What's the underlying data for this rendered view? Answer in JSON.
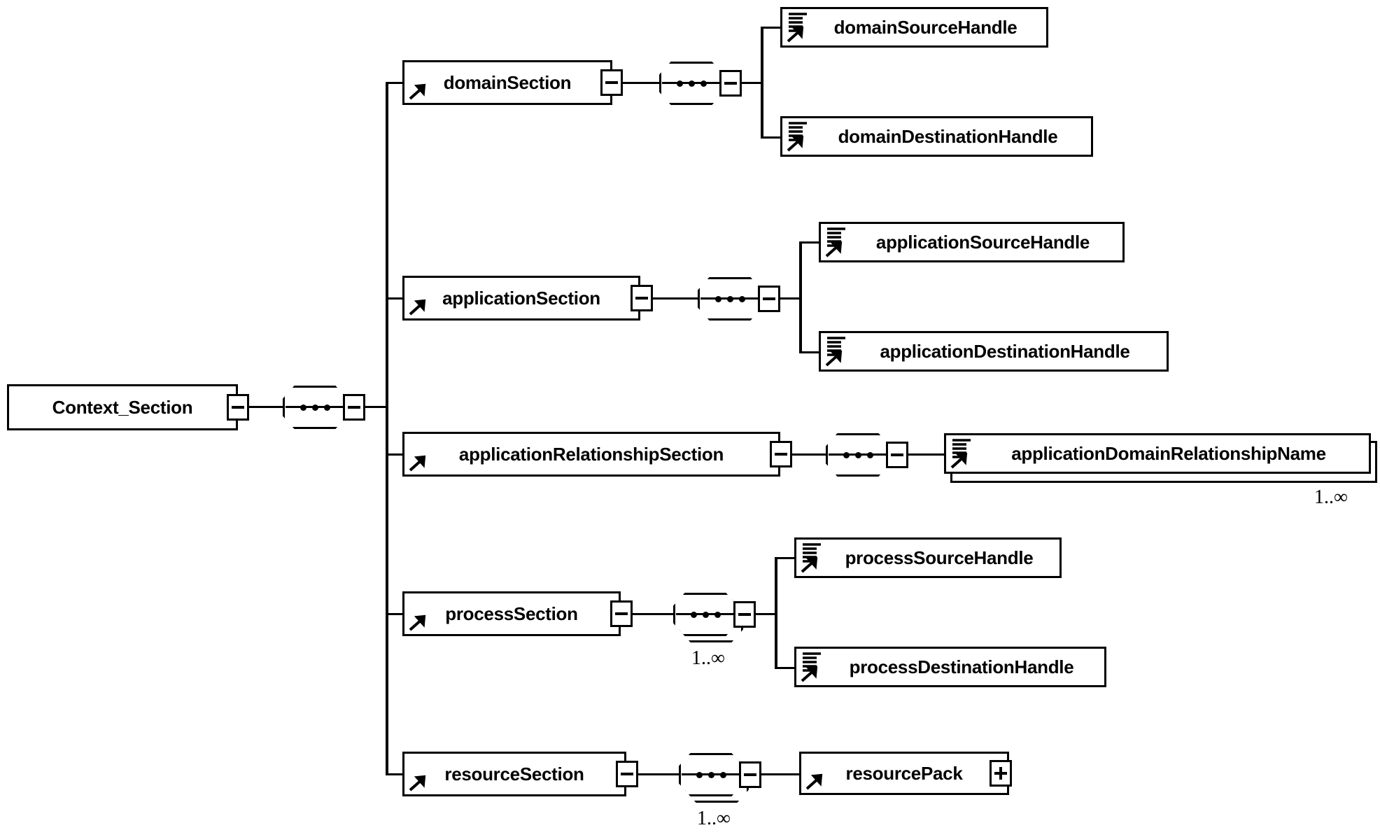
{
  "diagram": {
    "title": "Context_Section",
    "type": "xsd-schema-tree",
    "background_color": "#ffffff",
    "line_color": "#000000"
  },
  "root": {
    "label": "Context_Section",
    "toggle": "minus",
    "has_arrow": false,
    "compositor": "sequence"
  },
  "occurrence": {
    "one_to_many": "1..∞"
  },
  "branches": [
    {
      "id": "domain",
      "label": "domainSection",
      "toggle": "minus",
      "compositor": "sequence",
      "compositor_occurrence": "",
      "children": [
        {
          "label": "domainSourceHandle",
          "kind": "simple"
        },
        {
          "label": "domainDestinationHandle",
          "kind": "simple"
        }
      ]
    },
    {
      "id": "application",
      "label": "applicationSection",
      "toggle": "minus",
      "compositor": "sequence",
      "compositor_occurrence": "",
      "children": [
        {
          "label": "applicationSourceHandle",
          "kind": "simple"
        },
        {
          "label": "applicationDestinationHandle",
          "kind": "simple"
        }
      ]
    },
    {
      "id": "applicationRelationship",
      "label": "applicationRelationshipSection",
      "toggle": "minus",
      "compositor": "sequence",
      "compositor_occurrence": "",
      "children": [
        {
          "label": "applicationDomainRelationshipName",
          "kind": "simple",
          "occurrence": "1..∞",
          "repeated": true
        }
      ]
    },
    {
      "id": "process",
      "label": "processSection",
      "toggle": "minus",
      "compositor": "sequence",
      "compositor_occurrence": "1..∞",
      "children": [
        {
          "label": "processSourceHandle",
          "kind": "simple"
        },
        {
          "label": "processDestinationHandle",
          "kind": "simple"
        }
      ]
    },
    {
      "id": "resource",
      "label": "resourceSection",
      "toggle": "minus",
      "compositor": "sequence",
      "compositor_occurrence": "1..∞",
      "children": [
        {
          "label": "resourcePack",
          "kind": "complex",
          "toggle": "plus"
        }
      ]
    }
  ]
}
